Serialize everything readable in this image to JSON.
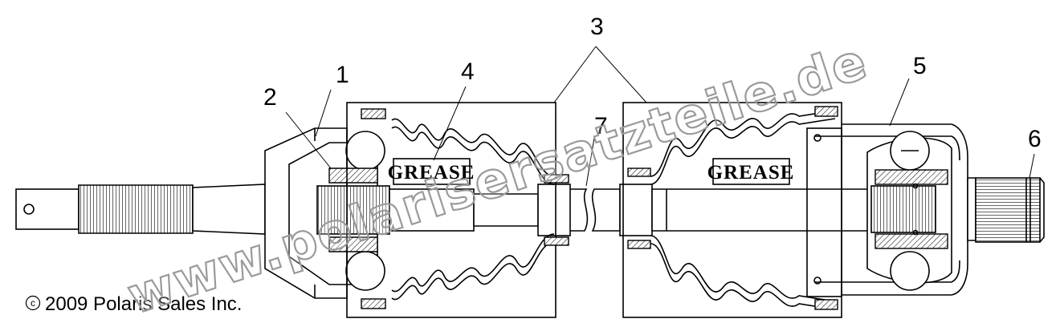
{
  "callouts": [
    "1",
    "2",
    "3",
    "4",
    "5",
    "6",
    "7"
  ],
  "grease_labels": [
    "GREASE",
    "GREASE"
  ],
  "copyright": {
    "symbol": "c",
    "text": "2009 Polaris Sales Inc."
  },
  "watermark": "www.polarisersatzteile.de"
}
